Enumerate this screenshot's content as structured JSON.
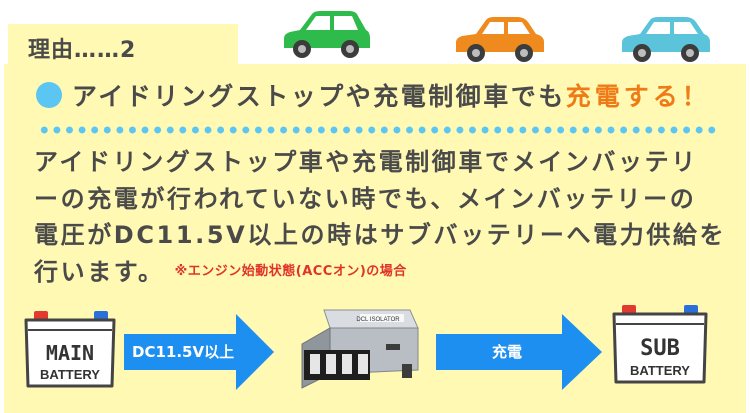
{
  "header": {
    "tab_title": "理由……2"
  },
  "headline": {
    "text": "アイドリングストップや充電制御車でも",
    "accent": "充電する！"
  },
  "body": {
    "lines": [
      "アイドリングストップ車や充電制御車でメインバッテリ",
      "ーの充電が行われていない時でも、メインバッテリーの",
      "電圧がDC11.5V以上の時はサブバッテリーへ電力供給を",
      "行います。"
    ],
    "note": "※エンジン始動状態(ACCオン)の場合"
  },
  "diagram": {
    "main_battery": {
      "line1": "MAIN",
      "line2": "BATTERY"
    },
    "arrow1_label": "DC11.5V以上",
    "device_label": "DCL ISOLATOR",
    "arrow2_label": "充電",
    "sub_battery": {
      "line1": "SUB",
      "line2": "BATTERY"
    }
  },
  "colors": {
    "background": "#fff9b4",
    "accent_orange": "#ef7b16",
    "dot_blue": "#5bc6f2",
    "arrow_blue": "#1d8ff0",
    "text": "#4a4a4a",
    "note_red": "#e0342a",
    "car_green": "#2fbb4b",
    "car_orange": "#ef8a1e",
    "car_cyan": "#5bc3da"
  },
  "icons": [
    "green-car-icon",
    "orange-car-icon",
    "cyan-car-icon",
    "main-battery-icon",
    "isolator-device-icon",
    "sub-battery-icon"
  ]
}
